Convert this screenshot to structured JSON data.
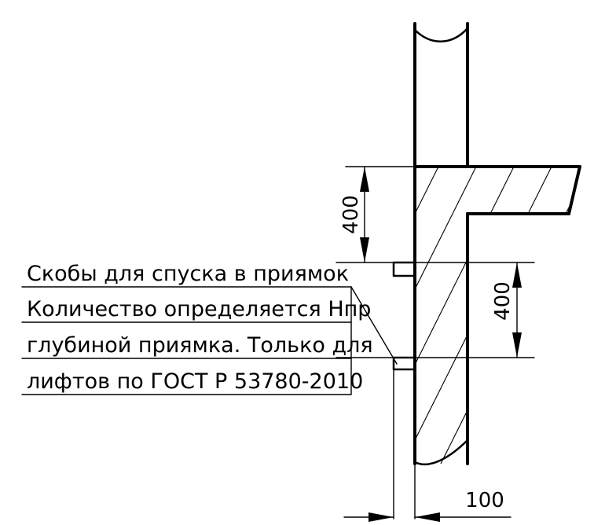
{
  "leader_note": {
    "lines": [
      "Скобы для спуска в приямок",
      "Количество определяется Нпр",
      "глубиной приямка. Только для",
      "лифтов по ГОСТ Р 53780-2010"
    ]
  },
  "dimensions": {
    "upper_step": "400",
    "lower_step": "400",
    "wall_offset": "100"
  }
}
